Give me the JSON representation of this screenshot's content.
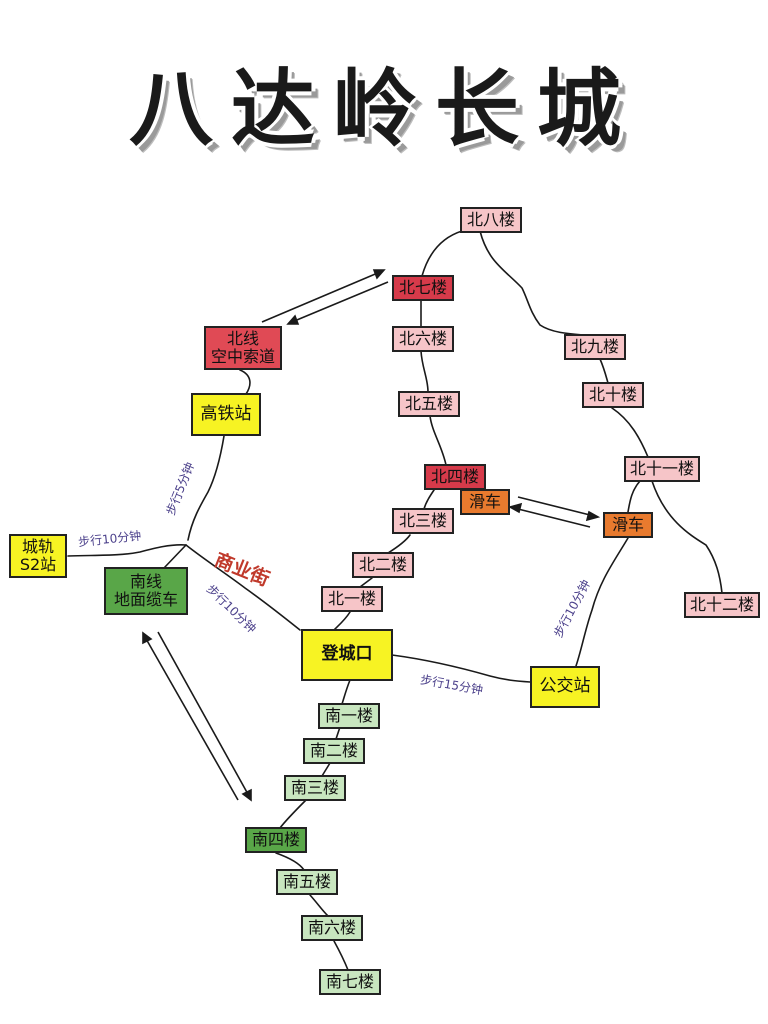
{
  "title": "八达岭长城",
  "colors": {
    "north_tower": "#f6c5c8",
    "north_key": "#d63a4a",
    "cableway": "#e04a55",
    "slide": "#e87a2e",
    "south_tower": "#c8e6bf",
    "south_key": "#59a648",
    "yellow": "#f7f323",
    "walk_text": "#4a3f8a",
    "street_text": "#c0392b"
  },
  "nodes": {
    "bei8": "北八楼",
    "bei7": "北七楼",
    "bei6": "北六楼",
    "bei5": "北五楼",
    "bei4": "北四楼",
    "bei3": "北三楼",
    "bei2": "北二楼",
    "bei1": "北一楼",
    "bei9": "北九楼",
    "bei10": "北十楼",
    "bei11": "北十一楼",
    "bei12": "北十二楼",
    "slide_left": "滑车",
    "slide_right": "滑车",
    "north_cable_line1": "北线",
    "north_cable_line2": "空中索道",
    "gaotie": "高铁站",
    "s2_line1": "城轨",
    "s2_line2": "S2站",
    "south_cable_line1": "南线",
    "south_cable_line2": "地面缆车",
    "dengchengkou": "登城口",
    "gongjiao": "公交站",
    "nan1": "南一楼",
    "nan2": "南二楼",
    "nan3": "南三楼",
    "nan4": "南四楼",
    "nan5": "南五楼",
    "nan6": "南六楼",
    "nan7": "南七楼"
  },
  "labels": {
    "walk_10_s2": "步行10分钟",
    "walk_5_gaotie": "步行5分钟",
    "walk_10_deng": "步行10分钟",
    "walk_15_bus": "步行15分钟",
    "walk_10_slide": "步行10分钟",
    "shangyejie": "商业街"
  }
}
